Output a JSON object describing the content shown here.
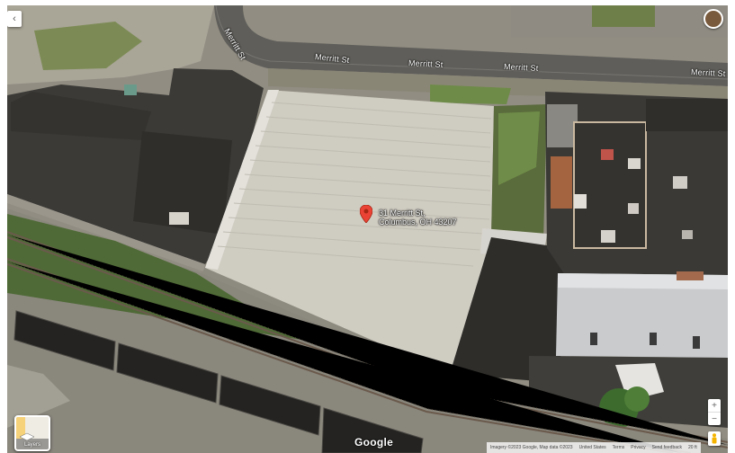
{
  "map": {
    "view": "satellite",
    "streets": [
      {
        "id": "street-label-1",
        "name": "Merritt St"
      },
      {
        "id": "street-label-2",
        "name": "Merritt St"
      },
      {
        "id": "street-label-3",
        "name": "Merritt St"
      },
      {
        "id": "street-label-4",
        "name": "Merritt St"
      },
      {
        "id": "street-label-5",
        "name": "Merritt St"
      }
    ],
    "pin": {
      "line1": "31 Merritt St,",
      "line2": "Columbus, OH 43207",
      "color": "#ea4335"
    },
    "layers_label": "Layers",
    "logo": "Google",
    "footer": [
      "Imagery ©2023 Google, Map data ©2023",
      "United States",
      "Terms",
      "Privacy",
      "Send feedback",
      "20 ft"
    ],
    "icons": {
      "back": "chevron-left-icon",
      "account": "avatar",
      "pin": "map-pin-icon",
      "layers": "layers-icon",
      "zoom_in": "plus-icon",
      "zoom_out": "minus-icon",
      "street_view": "pegman-icon"
    },
    "colors": {
      "roof_light": "#cfccc2",
      "roof_dark": "#3b3a37",
      "road": "#5f5e5a",
      "rail": "#6a5a4c",
      "grass": "#6d8a45"
    }
  }
}
